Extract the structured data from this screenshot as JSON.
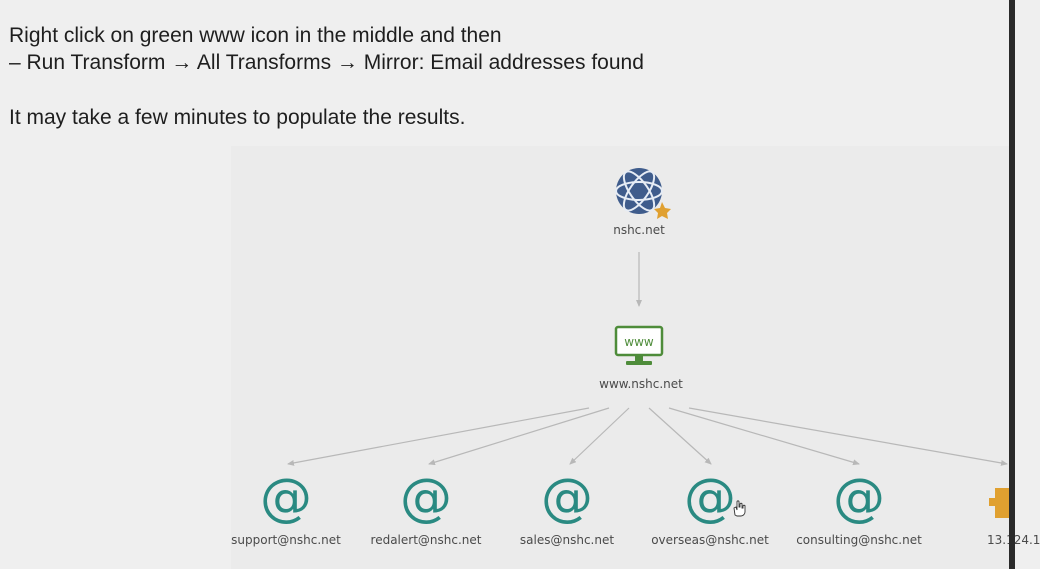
{
  "instructions": {
    "line1": "Right click on green www icon in the middle and then",
    "line2": "– Run Transform → All Transforms → Mirror: Email addresses found",
    "line3": "It may take a few minutes to populate the results."
  },
  "graph": {
    "domain_node": {
      "label": "nshc.net",
      "icon": "globe-icon"
    },
    "website_node": {
      "label": "www.nshc.net",
      "icon_text": "www",
      "icon": "website-monitor-icon",
      "color": "#4e8c3a"
    },
    "email_nodes": [
      {
        "label": "support@nshc.net",
        "icon": "at-icon"
      },
      {
        "label": "redalert@nshc.net",
        "icon": "at-icon"
      },
      {
        "label": "sales@nshc.net",
        "icon": "at-icon"
      },
      {
        "label": "overseas@nshc.net",
        "icon": "at-icon"
      },
      {
        "label": "consulting@nshc.net",
        "icon": "at-icon"
      }
    ],
    "partial_node": {
      "label": "13.124.1",
      "icon": "ip-address-icon"
    },
    "colors": {
      "email": "#2a8a82",
      "globe": "#3f5c8c",
      "pin": "#e0a030",
      "edge": "#b8b8b8"
    }
  }
}
